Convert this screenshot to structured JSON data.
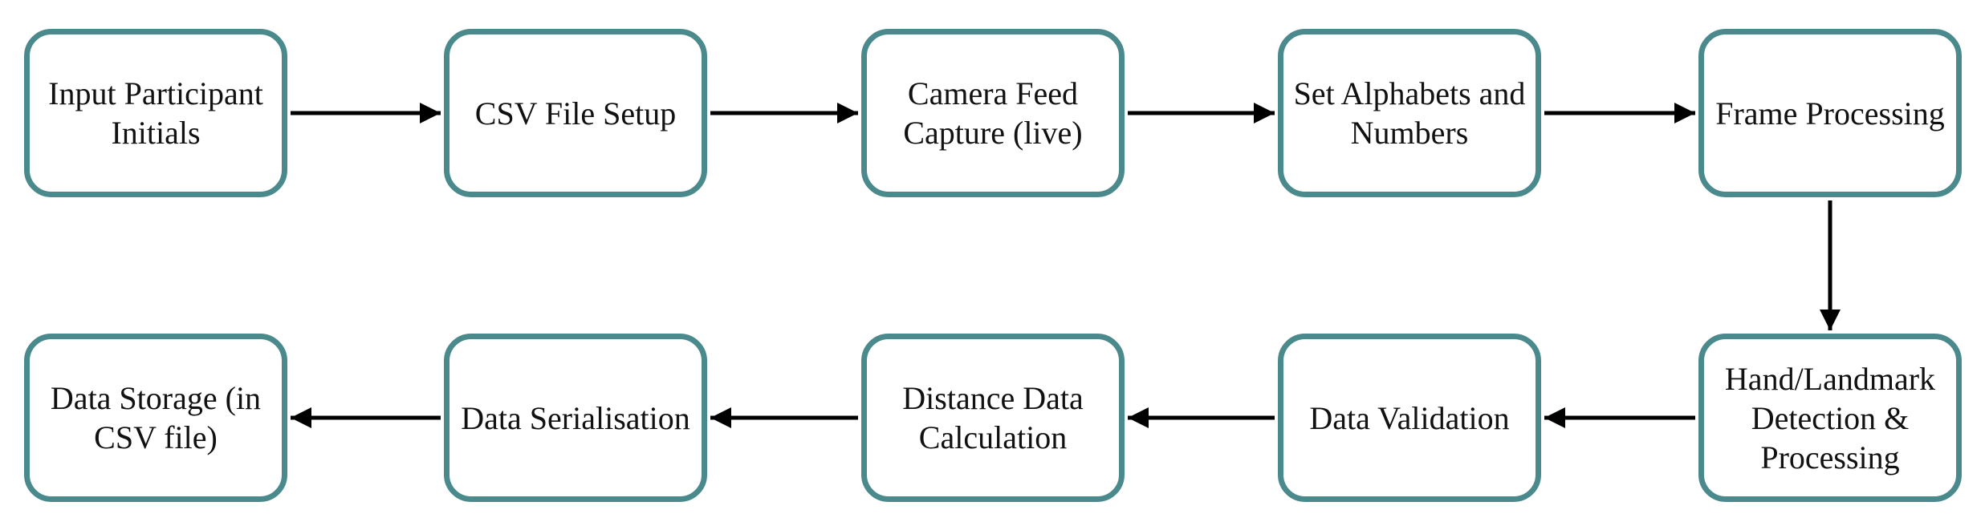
{
  "diagram": {
    "nodes": [
      {
        "id": "n1",
        "label": "Input Participant Initials"
      },
      {
        "id": "n2",
        "label": "CSV File Setup"
      },
      {
        "id": "n3",
        "label": "Camera Feed Capture (live)"
      },
      {
        "id": "n4",
        "label": "Set Alphabets and Numbers"
      },
      {
        "id": "n5",
        "label": "Frame Processing"
      },
      {
        "id": "n6",
        "label": "Hand/Landmark Detection & Processing"
      },
      {
        "id": "n7",
        "label": "Data Validation"
      },
      {
        "id": "n8",
        "label": "Distance Data Calculation"
      },
      {
        "id": "n9",
        "label": "Data Serialisation"
      },
      {
        "id": "n10",
        "label": "Data Storage (in CSV file)"
      }
    ],
    "edges": [
      {
        "from": "n1",
        "to": "n2"
      },
      {
        "from": "n2",
        "to": "n3"
      },
      {
        "from": "n3",
        "to": "n4"
      },
      {
        "from": "n4",
        "to": "n5"
      },
      {
        "from": "n5",
        "to": "n6"
      },
      {
        "from": "n6",
        "to": "n7"
      },
      {
        "from": "n7",
        "to": "n8"
      },
      {
        "from": "n8",
        "to": "n9"
      },
      {
        "from": "n9",
        "to": "n10"
      }
    ],
    "colors": {
      "node_border": "#4a8a8d",
      "arrow": "#000000",
      "text": "#111111"
    }
  }
}
